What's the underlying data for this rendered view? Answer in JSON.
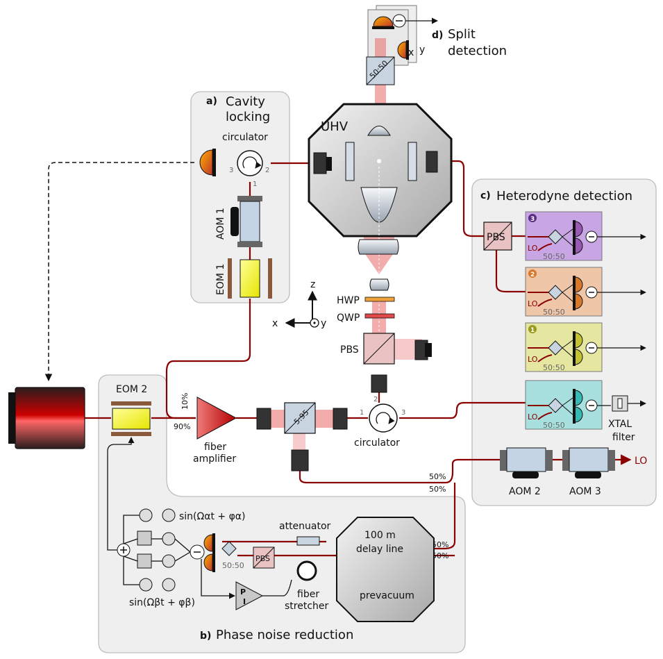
{
  "sections": {
    "a_letter": "a)",
    "a_title": [
      "Cavity",
      "locking"
    ],
    "b_letter": "b)",
    "b_title": "Phase noise reduction",
    "c_letter": "c)",
    "c_title": "Heterodyne detection",
    "d_letter": "d)",
    "d_title": [
      "Split",
      "detection"
    ]
  },
  "components": {
    "uhv": "UHV",
    "circulator_top": "circulator",
    "circulator_bottom": "circulator",
    "aom1": "AOM 1",
    "eom1": "EOM 1",
    "eom2": "EOM 2",
    "hwp": "HWP",
    "qwp": "QWP",
    "pbs_main": "PBS",
    "pbs_het": "PBS",
    "pbs_phase": "PBS",
    "bs_split": "50:50",
    "bs_595": "5:95",
    "fiber_amplifier": [
      "fiber",
      "amplifier"
    ],
    "attenuator": "attenuator",
    "delay_line": [
      "100 m",
      "delay line"
    ],
    "prevacuum": "prevacuum",
    "fiber_stretcher": [
      "fiber",
      "stretcher"
    ],
    "aom2": "AOM 2",
    "aom3": "AOM 3",
    "lo_out": "LO",
    "xtal_filter": [
      "XTAL",
      "filter"
    ],
    "pi": [
      "P",
      "I"
    ],
    "sin_alpha": "sin(Ωαt + φα)",
    "sin_beta": "sin(Ωβt + φβ)",
    "split_x": "x",
    "split_y": "y"
  },
  "axes": {
    "z": "z",
    "x": "x",
    "y": "y"
  },
  "ports": {
    "circ_top": [
      "3",
      "2",
      "1"
    ],
    "circ_bottom": [
      "1",
      "2",
      "3"
    ]
  },
  "ratios": {
    "r10": "10%",
    "r90": "90%",
    "r50_a": "50%",
    "r50_b": "50%",
    "r50_c": "50%",
    "r50_d": "50%",
    "bs_het": "50:50",
    "bs_phase": "50:50"
  },
  "heterodyne": {
    "lo": "LO",
    "units": [
      {
        "num": "3",
        "color": "#c7a6e3",
        "det": "#9b59b6",
        "badge": "#5b2c83"
      },
      {
        "num": "2",
        "color": "#f0c6a8",
        "det": "#d9772b",
        "badge": "#d9772b"
      },
      {
        "num": "1",
        "color": "#e5e6a0",
        "det": "#c2c232",
        "badge": "#9a9a1c"
      },
      {
        "num": "",
        "color": "#a8e0df",
        "det": "#36b9b4",
        "badge": ""
      }
    ]
  }
}
